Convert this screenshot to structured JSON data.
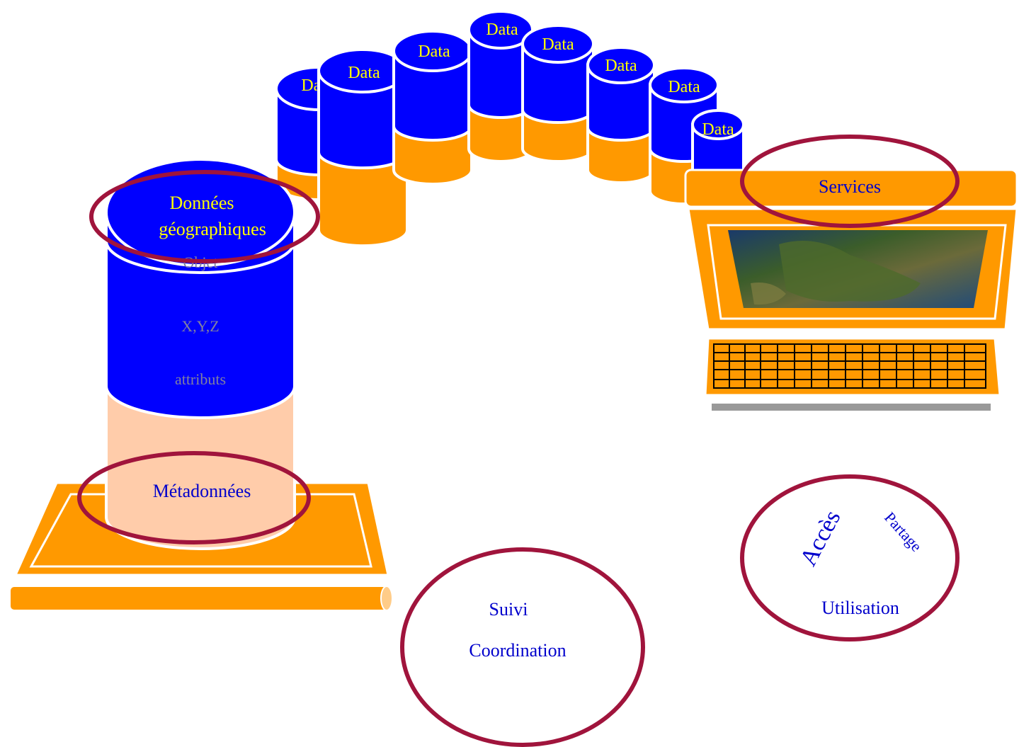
{
  "data_cylinders": [
    {
      "label": "Data"
    },
    {
      "label": "Data"
    },
    {
      "label": "Data"
    },
    {
      "label": "Data"
    },
    {
      "label": "Data"
    },
    {
      "label": "Data"
    },
    {
      "label": "Data"
    },
    {
      "label": "Data"
    }
  ],
  "main_cylinder": {
    "title_line1": "Données",
    "title_line2": "géographiques",
    "field_objet": "Objet",
    "field_xyz": "X,Y,Z",
    "field_attributs": "attributs",
    "metadata": "Métadonnées"
  },
  "computer": {
    "services": "Services"
  },
  "usage_circle": {
    "acces": "Accès",
    "partage": "Partage",
    "utilisation": "Utilisation"
  },
  "coordination_circle": {
    "suivi": "Suivi",
    "coordination": "Coordination"
  },
  "colors": {
    "blue": "#0000ff",
    "orange": "#ff9900",
    "peach": "#ffccaa",
    "maroon": "#a0143c",
    "yellow_text": "#ffff00",
    "blue_text": "#0000cc",
    "gray_text": "#8080a0"
  }
}
